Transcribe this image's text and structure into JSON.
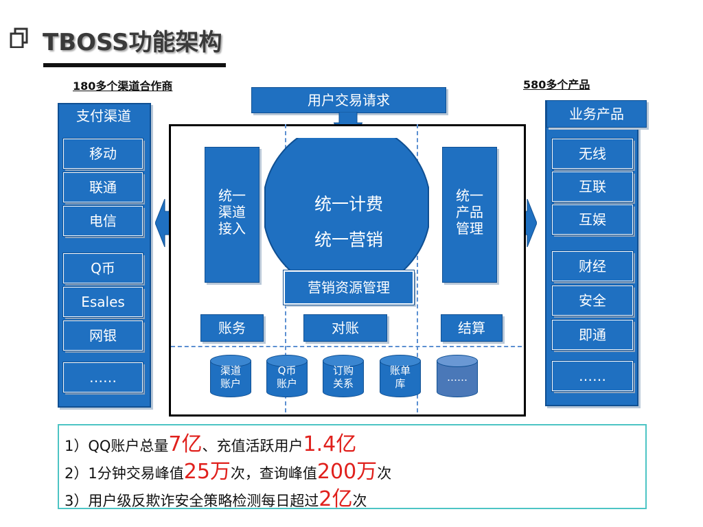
{
  "title": "TBOSS功能架构",
  "labels": {
    "channels_count": "180多个渠道合作商",
    "products_count": "580多个产品"
  },
  "request": "用户交易请求",
  "left_panel": {
    "header": "支付渠道",
    "items": [
      "移动",
      "联通",
      "电信",
      "Q币",
      "Esales",
      "网银",
      "……"
    ]
  },
  "right_panel": {
    "header": "业务产品",
    "items": [
      "无线",
      "互联",
      "互娱",
      "财经",
      "安全",
      "即通",
      "……"
    ]
  },
  "center": {
    "left_module": "统一\n渠道\n接入",
    "right_module": "统一\n产品\n管理",
    "circle_line1": "统一计费",
    "circle_line2": "统一营销",
    "marketing": "营销资源管理",
    "accounting": "账务",
    "reconcile": "对账",
    "settlement": "结算",
    "databases": [
      "渠道\n账户",
      "Q币\n账户",
      "订购\n关系",
      "账单\n库",
      "……"
    ]
  },
  "stats": {
    "line1": {
      "p1": "1）QQ账户总量",
      "v1": "7亿",
      "p2": "、充值活跃用户",
      "v2": "1.4亿"
    },
    "line2": {
      "p1": "2）1分钟交易峰值",
      "v1": "25万",
      "p2": "次，查询峰值",
      "v2": "200万",
      "p3": "次"
    },
    "line3": {
      "p1": "3）用户级反欺诈安全策略检测每日超过",
      "v1": "2亿",
      "p2": "次"
    }
  },
  "colors": {
    "primary_blue": "#1f70c1",
    "highlight_red": "#e0201c",
    "box_border": "#4cc4c4"
  }
}
